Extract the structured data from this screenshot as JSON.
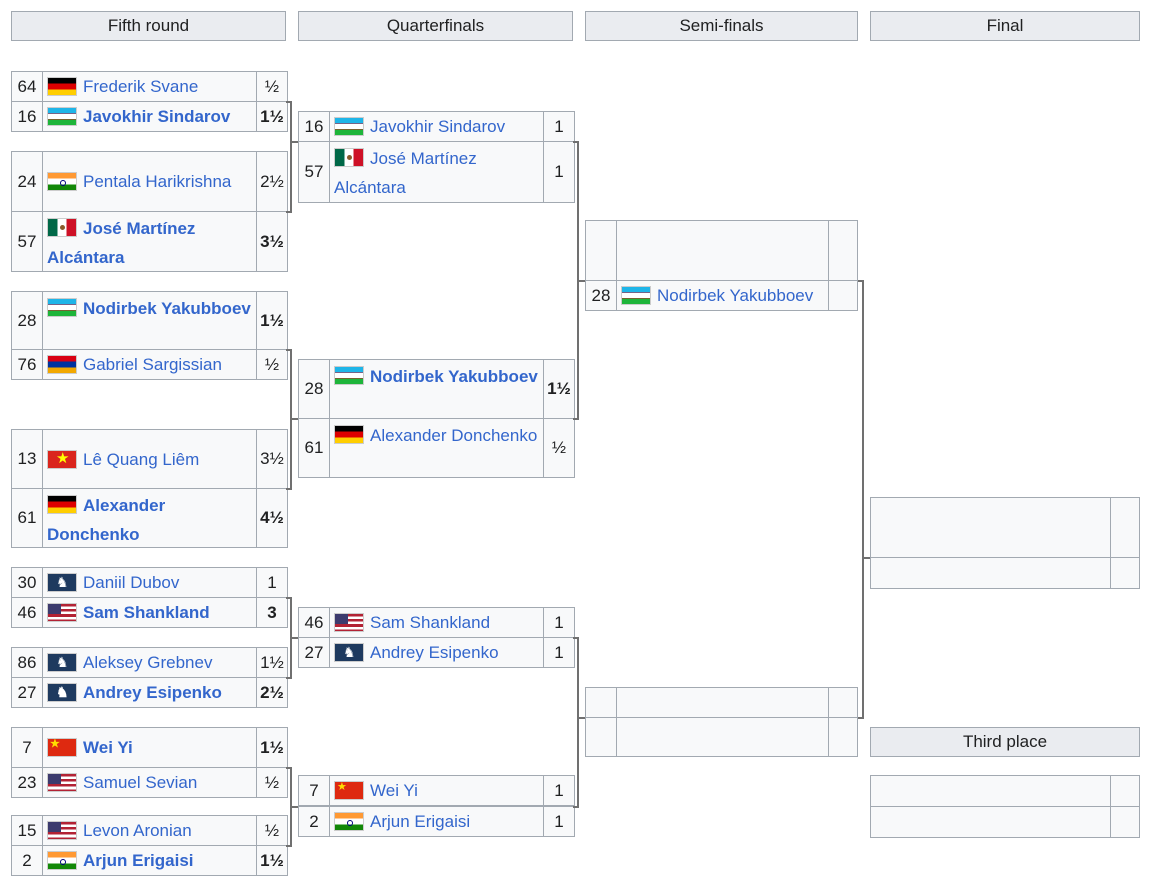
{
  "headers": {
    "r5": "Fifth round",
    "qf": "Quarterfinals",
    "sf": "Semi-finals",
    "final": "Final",
    "third": "Third place"
  },
  "r5": [
    {
      "seed": "64",
      "name": "Frederik Svane",
      "score": "½",
      "flag": "de",
      "win": false
    },
    {
      "seed": "16",
      "name": "Javokhir Sindarov",
      "score": "1½",
      "flag": "uz",
      "win": true
    },
    {
      "seed": "24",
      "name": "Pentala Harikrishna",
      "score": "2½",
      "flag": "in",
      "win": false
    },
    {
      "seed": "57",
      "name": "José Martínez Alcántara",
      "score": "3½",
      "flag": "mx",
      "win": true
    },
    {
      "seed": "28",
      "name": "Nodirbek Yakubboev",
      "score": "1½",
      "flag": "uz",
      "win": true
    },
    {
      "seed": "76",
      "name": "Gabriel Sargissian",
      "score": "½",
      "flag": "am",
      "win": false
    },
    {
      "seed": "13",
      "name": "Lê Quang Liêm",
      "score": "3½",
      "flag": "vn",
      "win": false
    },
    {
      "seed": "61",
      "name": "Alexander Donchenko",
      "score": "4½",
      "flag": "de",
      "win": true
    },
    {
      "seed": "30",
      "name": "Daniil Dubov",
      "score": "1",
      "flag": "fide",
      "win": false
    },
    {
      "seed": "46",
      "name": "Sam Shankland",
      "score": "3",
      "flag": "us",
      "win": true
    },
    {
      "seed": "86",
      "name": "Aleksey Grebnev",
      "score": "1½",
      "flag": "fide",
      "win": false
    },
    {
      "seed": "27",
      "name": "Andrey Esipenko",
      "score": "2½",
      "flag": "fide",
      "win": true
    },
    {
      "seed": "7",
      "name": "Wei Yi",
      "score": "1½",
      "flag": "cn",
      "win": true
    },
    {
      "seed": "23",
      "name": "Samuel Sevian",
      "score": "½",
      "flag": "us",
      "win": false
    },
    {
      "seed": "15",
      "name": "Levon Aronian",
      "score": "½",
      "flag": "us",
      "win": false
    },
    {
      "seed": "2",
      "name": "Arjun Erigaisi",
      "score": "1½",
      "flag": "in",
      "win": true
    }
  ],
  "qf": [
    {
      "seed": "16",
      "name": "Javokhir Sindarov",
      "score": "1",
      "flag": "uz",
      "win": false
    },
    {
      "seed": "57",
      "name": "José Martínez Alcántara",
      "score": "1",
      "flag": "mx",
      "win": false
    },
    {
      "seed": "28",
      "name": "Nodirbek Yakubboev",
      "score": "1½",
      "flag": "uz",
      "win": true
    },
    {
      "seed": "61",
      "name": "Alexander Donchenko",
      "score": "½",
      "flag": "de",
      "win": false
    },
    {
      "seed": "46",
      "name": "Sam Shankland",
      "score": "1",
      "flag": "us",
      "win": false
    },
    {
      "seed": "27",
      "name": "Andrey Esipenko",
      "score": "1",
      "flag": "fide",
      "win": false
    },
    {
      "seed": "7",
      "name": "Wei Yi",
      "score": "1",
      "flag": "cn",
      "win": false
    },
    {
      "seed": "2",
      "name": "Arjun Erigaisi",
      "score": "1",
      "flag": "in",
      "win": false
    }
  ],
  "sf": [
    {
      "seed": "",
      "name": "",
      "score": "",
      "flag": "",
      "win": false
    },
    {
      "seed": "28",
      "name": "Nodirbek Yakubboev",
      "score": "",
      "flag": "uz",
      "win": false
    },
    {
      "seed": "",
      "name": "",
      "score": "",
      "flag": "",
      "win": false
    },
    {
      "seed": "",
      "name": "",
      "score": "",
      "flag": "",
      "win": false
    }
  ]
}
